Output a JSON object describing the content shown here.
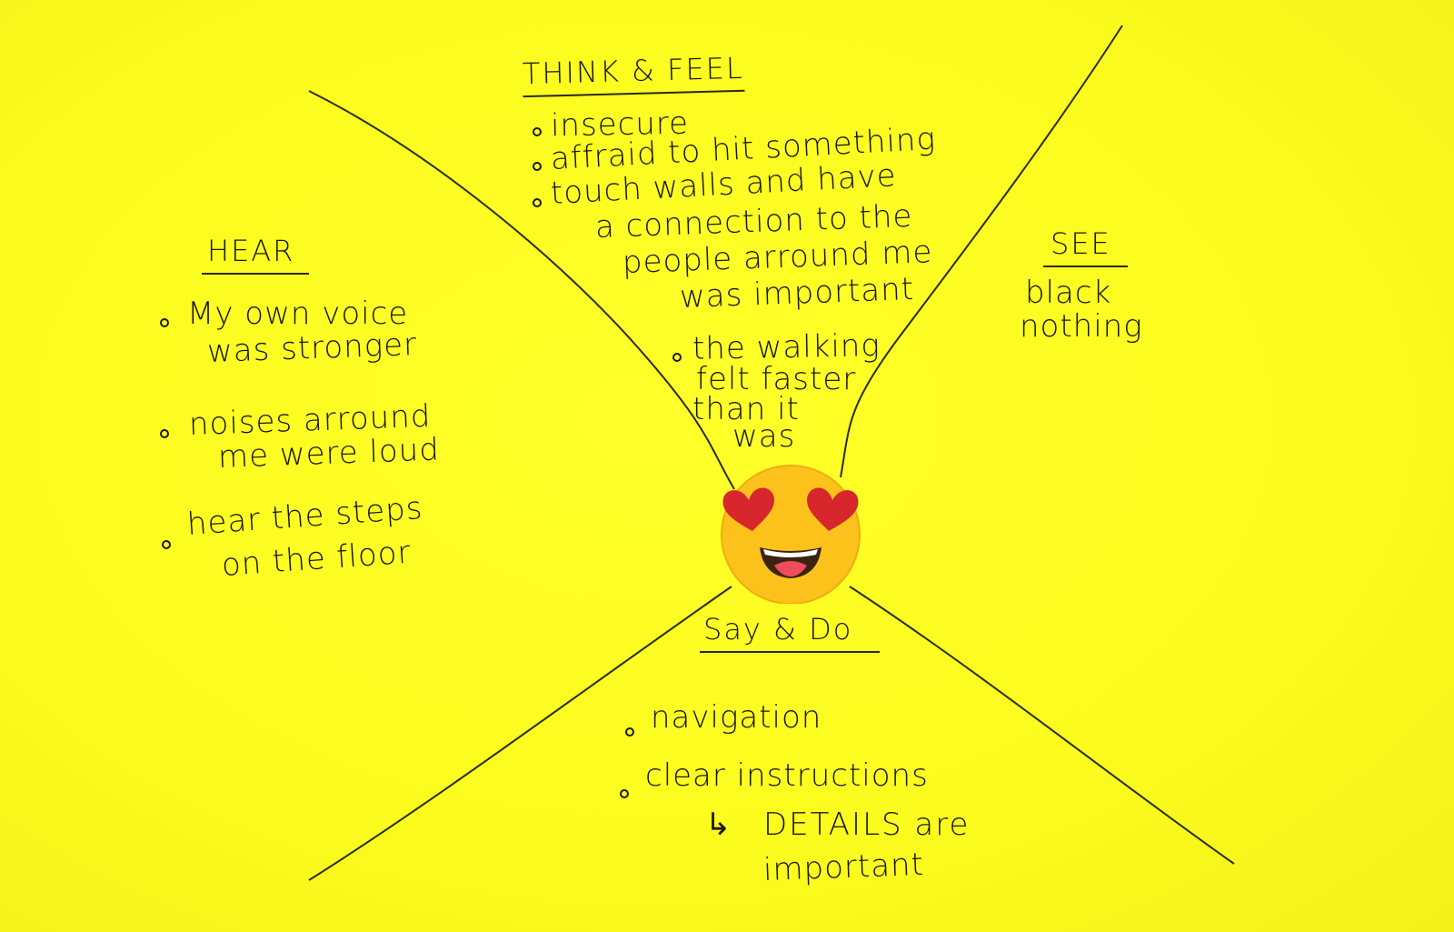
{
  "think_feel": {
    "title": "THINK & FEEL",
    "items": [
      "insecure",
      "affraid to hit something",
      "touch walls and have",
      "a connection to the",
      "people arround me",
      "was important",
      "the walking",
      "felt faster",
      "than it",
      "was"
    ]
  },
  "hear": {
    "title": "HEAR",
    "items": [
      "My own voice",
      "was stronger",
      "noises arround",
      "me were loud",
      "hear the steps",
      "on the floor"
    ]
  },
  "see": {
    "title": "SEE",
    "items": [
      "black",
      "nothing"
    ]
  },
  "say_do": {
    "title": "Say & Do",
    "items": [
      "navigation",
      "clear instructions",
      "DETAILS are",
      "important"
    ],
    "arrow": "↳"
  },
  "colors": {
    "paper": "#fbfb1c",
    "ink": "#1a1a10",
    "emoji_face": "#fcc21b",
    "emoji_heart": "#d7262c"
  },
  "icons": {
    "center": "heart-eyes-emoji-icon"
  }
}
